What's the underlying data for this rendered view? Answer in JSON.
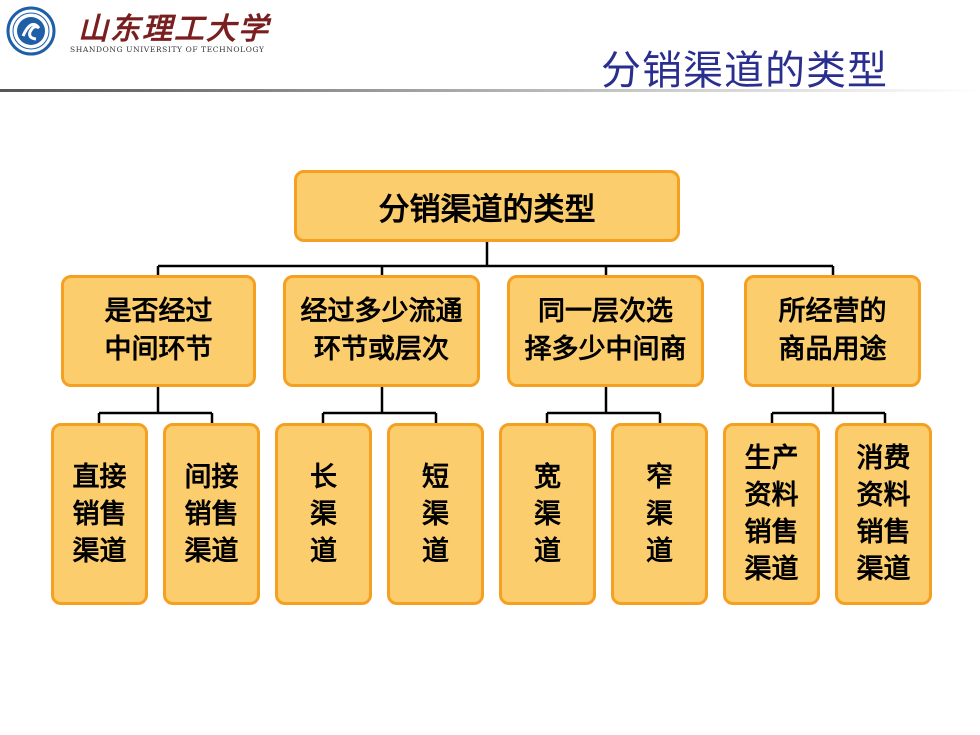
{
  "header": {
    "logo_cn": "山东理工大学",
    "logo_en": "SHANDONG  UNIVERSITY  OF  TECHNOLOGY",
    "title": "分销渠道的类型"
  },
  "diagram": {
    "root": "分销渠道的类型",
    "categories": [
      {
        "label": "是否经过\n中间环节",
        "children": [
          "直接\n销售\n渠道",
          "间接\n销售\n渠道"
        ]
      },
      {
        "label": "经过多少流通\n环节或层次",
        "children": [
          "长\n渠\n道",
          "短\n渠\n道"
        ]
      },
      {
        "label": "同一层次选\n择多少中间商",
        "children": [
          "宽\n渠\n道",
          "窄\n渠\n道"
        ]
      },
      {
        "label": "所经营的\n商品用途",
        "children": [
          "生产\n资料\n销售\n渠道",
          "消费\n资料\n销售\n渠道"
        ]
      }
    ]
  },
  "colors": {
    "box_fill": "#fccd6c",
    "box_border": "#f5a020",
    "title_text": "#2a2f8f",
    "logo_red": "#7a1f1f"
  }
}
